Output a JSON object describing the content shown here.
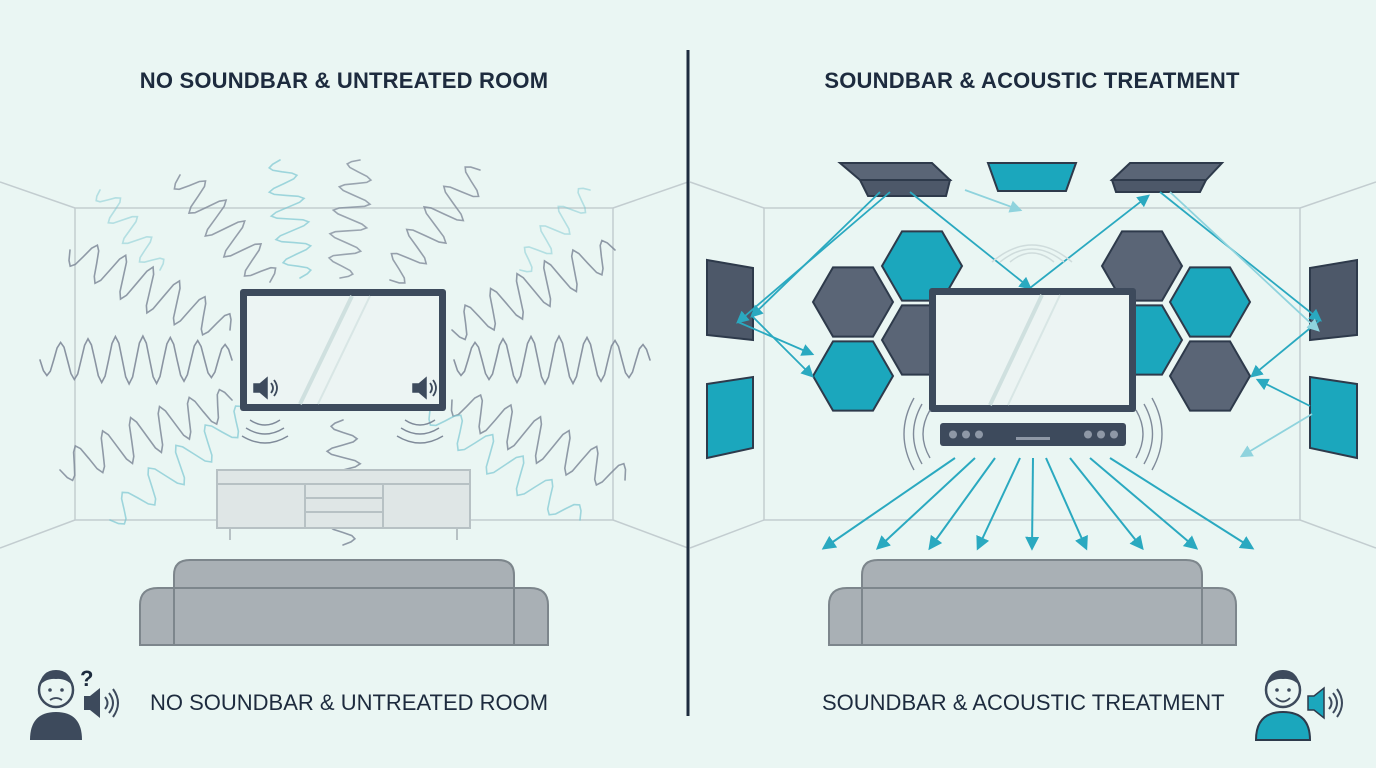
{
  "left_panel": {
    "title": "NO SOUNDBAR & UNTREATED ROOM",
    "caption": "NO SOUNDBAR & UNTREATED ROOM",
    "listener_mark": "?"
  },
  "right_panel": {
    "title": "SOUNDBAR & ACOUSTIC TREATMENT",
    "caption": "SOUNDBAR & ACOUSTIC TREATMENT"
  },
  "colors": {
    "background": "#eaf6f3",
    "dark": "#3d4a5c",
    "navy": "#1d2b3e",
    "teal": "#1ba7bd",
    "arrow": "#2aa9c0",
    "wave": "#7f8a99",
    "sofa": "#a9b0b5",
    "screen": "#ecf4f3"
  }
}
